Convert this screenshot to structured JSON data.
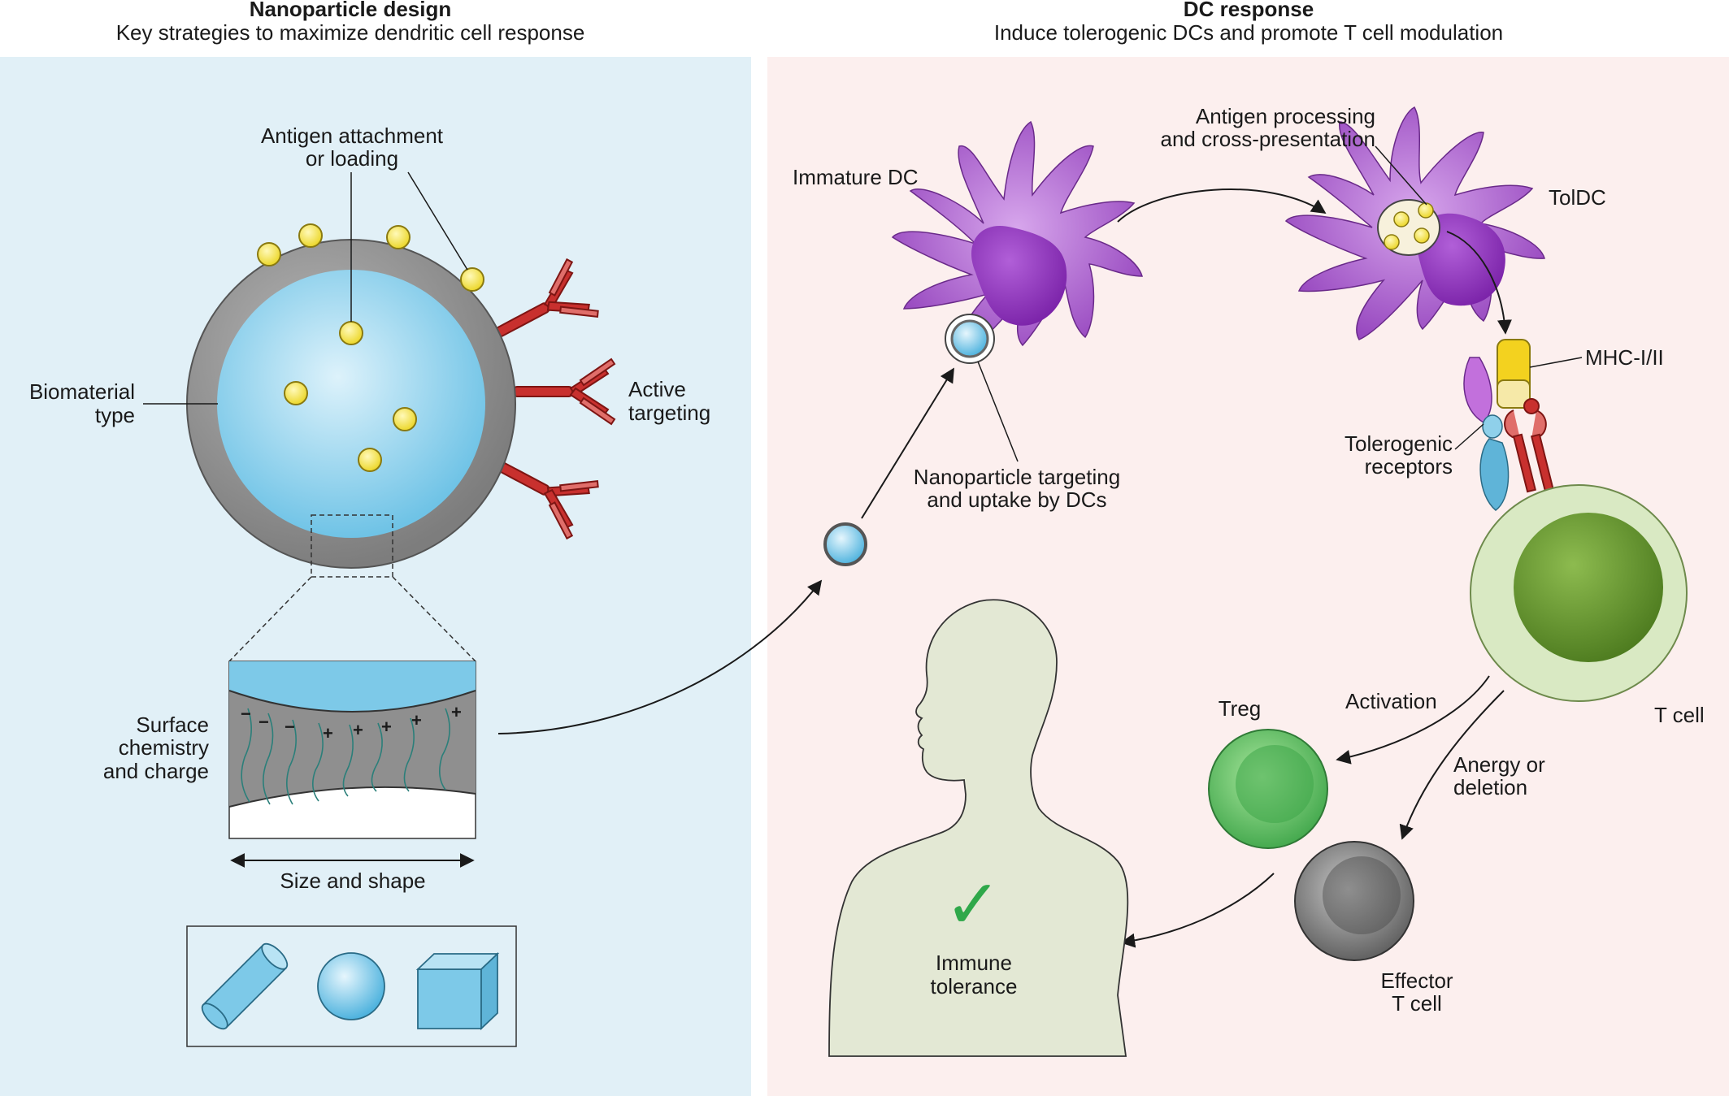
{
  "left_panel": {
    "title": "Nanoparticle design",
    "subtitle": "Key strategies to maximize dendritic cell response",
    "labels": {
      "antigen_line1": "Antigen attachment",
      "antigen_line2": "or loading",
      "biomaterial_line1": "Biomaterial",
      "biomaterial_line2": "type",
      "active_line1": "Active",
      "active_line2": "targeting",
      "surface_line1": "Surface",
      "surface_line2": "chemistry",
      "surface_line3": "and charge",
      "size_shape": "Size and shape"
    },
    "charges": [
      "−",
      "−",
      "−",
      "+",
      "+",
      "+",
      "+",
      "+"
    ]
  },
  "right_panel": {
    "title": "DC response",
    "subtitle": "Induce tolerogenic DCs and promote T cell modulation",
    "labels": {
      "immature_dc": "Immature DC",
      "antigen_proc_line1": "Antigen processing",
      "antigen_proc_line2": "and cross-presentation",
      "toldc": "TolDC",
      "mhc": "MHC-I/II",
      "toler_rec_line1": "Tolerogenic",
      "toler_rec_line2": "receptors",
      "np_target_line1": "Nanoparticle targeting",
      "np_target_line2": "and uptake by DCs",
      "t_cell": "T cell",
      "treg": "Treg",
      "activation": "Activation",
      "anergy_line1": "Anergy or",
      "anergy_line2": "deletion",
      "effector_line1": "Effector",
      "effector_line2": "T cell",
      "immune_line1": "Immune",
      "immune_line2": "tolerance",
      "check": "✓"
    }
  },
  "colors": {
    "left_bg": "#e1f0f7",
    "right_bg": "#fcefee",
    "np_shell": "#9a9a9a",
    "np_core": "#8fd0ea",
    "antigen": "#f6e24a",
    "antibody": "#c8302e",
    "dc_purple": "#a04fc4",
    "nucleus": "#8a2db8",
    "tcell_outer": "#d9e9c3",
    "tcell_inner": "#5e8f2a",
    "treg": "#4cb050",
    "effector": "#6e6e6e",
    "human": "#e3e8d4",
    "check": "#2fa84a",
    "mhc": "#f3d21f"
  }
}
